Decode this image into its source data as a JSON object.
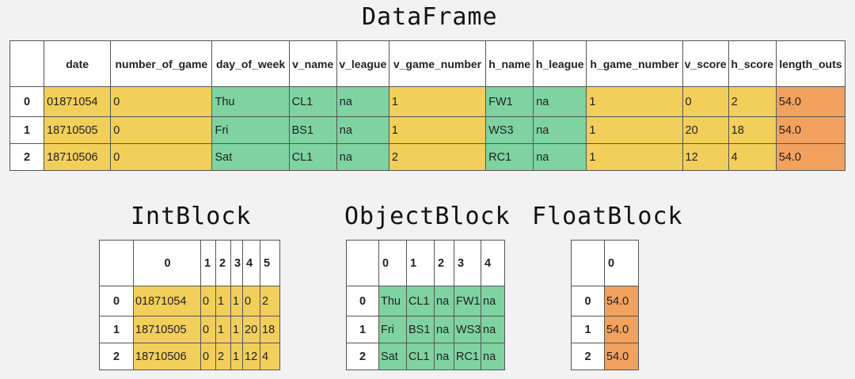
{
  "titles": {
    "dataframe": "DataFrame",
    "intblock": "IntBlock",
    "objectblock": "ObjectBlock",
    "floatblock": "FloatBlock"
  },
  "colors": {
    "int": "#f2cf5b",
    "object": "#7ed3a1",
    "float": "#f2a15e"
  },
  "dataframe": {
    "columns": [
      "date",
      "number_of_game",
      "day_of_week",
      "v_name",
      "v_league",
      "v_game_number",
      "h_name",
      "h_league",
      "h_game_number",
      "v_score",
      "h_score",
      "length_outs"
    ],
    "column_types": [
      "int",
      "int",
      "object",
      "object",
      "object",
      "int",
      "object",
      "object",
      "int",
      "int",
      "int",
      "float"
    ],
    "rows": [
      {
        "index": "0",
        "cells": [
          "01871054",
          "0",
          "Thu",
          "CL1",
          "na",
          "1",
          "FW1",
          "na",
          "1",
          "0",
          "2",
          "54.0"
        ]
      },
      {
        "index": "1",
        "cells": [
          "18710505",
          "0",
          "Fri",
          "BS1",
          "na",
          "1",
          "WS3",
          "na",
          "1",
          "20",
          "18",
          "54.0"
        ]
      },
      {
        "index": "2",
        "cells": [
          "18710506",
          "0",
          "Sat",
          "CL1",
          "na",
          "2",
          "RC1",
          "na",
          "1",
          "12",
          "4",
          "54.0"
        ]
      }
    ]
  },
  "intblock": {
    "columns": [
      "0",
      "1",
      "2",
      "3",
      "4",
      "5"
    ],
    "rows": [
      {
        "index": "0",
        "cells": [
          "01871054",
          "0",
          "1",
          "1",
          "0",
          "2"
        ]
      },
      {
        "index": "1",
        "cells": [
          "18710505",
          "0",
          "1",
          "1",
          "20",
          "18"
        ]
      },
      {
        "index": "2",
        "cells": [
          "18710506",
          "0",
          "2",
          "1",
          "12",
          "4"
        ]
      }
    ]
  },
  "objectblock": {
    "columns": [
      "0",
      "1",
      "2",
      "3",
      "4"
    ],
    "rows": [
      {
        "index": "0",
        "cells": [
          "Thu",
          "CL1",
          "na",
          "FW1",
          "na"
        ]
      },
      {
        "index": "1",
        "cells": [
          "Fri",
          "BS1",
          "na",
          "WS3",
          "na"
        ]
      },
      {
        "index": "2",
        "cells": [
          "Sat",
          "CL1",
          "na",
          "RC1",
          "na"
        ]
      }
    ]
  },
  "floatblock": {
    "columns": [
      "0"
    ],
    "rows": [
      {
        "index": "0",
        "cells": [
          "54.0"
        ]
      },
      {
        "index": "1",
        "cells": [
          "54.0"
        ]
      },
      {
        "index": "2",
        "cells": [
          "54.0"
        ]
      }
    ]
  }
}
